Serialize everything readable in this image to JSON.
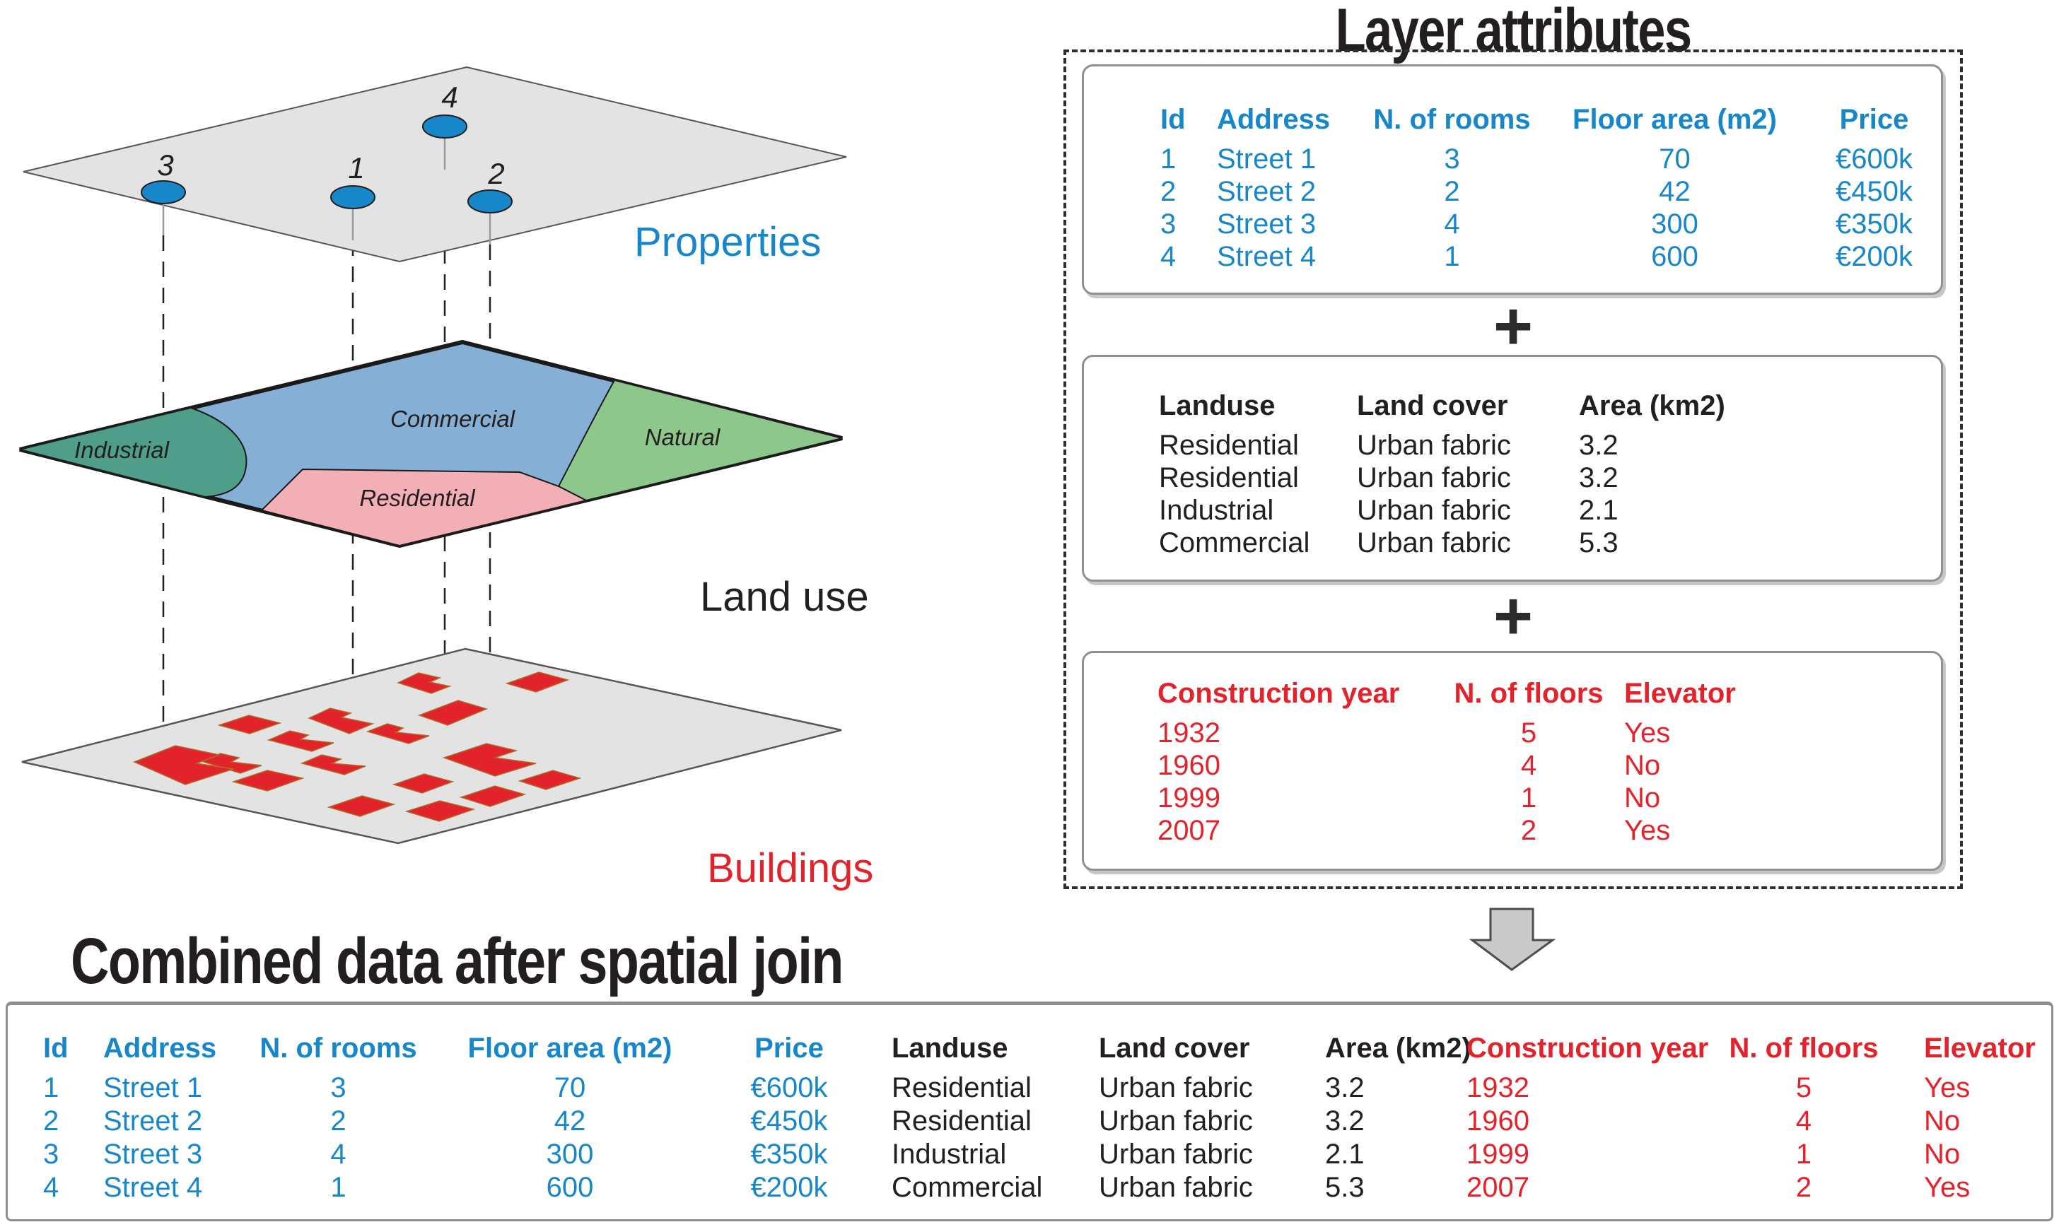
{
  "colors": {
    "accent_blue": "#1787c9",
    "accent_red": "#e3232b",
    "text_black": "#231f20",
    "plane_gray": "#e3e3e4",
    "industrial_teal": "#4f9e89",
    "commercial_blue": "#86afd5",
    "natural_green": "#8ec78b",
    "residential_pink": "#f3afb6"
  },
  "diagram": {
    "layers": [
      {
        "id": "properties",
        "label": "Properties"
      },
      {
        "id": "landuse",
        "label": "Land use"
      },
      {
        "id": "buildings",
        "label": "Buildings"
      }
    ],
    "points": [
      {
        "label": "3"
      },
      {
        "label": "1"
      },
      {
        "label": "4"
      },
      {
        "label": "2"
      }
    ],
    "regions": [
      {
        "label": "Industrial"
      },
      {
        "label": "Commercial"
      },
      {
        "label": "Natural"
      },
      {
        "label": "Residential"
      }
    ]
  },
  "right_panel": {
    "title": "Layer attributes",
    "plus": "+",
    "tables": {
      "properties": {
        "headers": [
          "Id",
          "Address",
          "N. of rooms",
          "Floor area (m2)",
          "Price"
        ],
        "rows": [
          [
            "1",
            "Street 1",
            "3",
            "70",
            "€600k"
          ],
          [
            "2",
            "Street 2",
            "2",
            "42",
            "€450k"
          ],
          [
            "3",
            "Street 3",
            "4",
            "300",
            "€350k"
          ],
          [
            "4",
            "Street 4",
            "1",
            "600",
            "€200k"
          ]
        ]
      },
      "landuse": {
        "headers": [
          "Landuse",
          "Land cover",
          "Area (km2)"
        ],
        "rows": [
          [
            "Residential",
            "Urban fabric",
            "3.2"
          ],
          [
            "Residential",
            "Urban fabric",
            "3.2"
          ],
          [
            "Industrial",
            "Urban fabric",
            "2.1"
          ],
          [
            "Commercial",
            "Urban fabric",
            "5.3"
          ]
        ]
      },
      "buildings": {
        "headers": [
          "Construction year",
          "N. of floors",
          "Elevator"
        ],
        "rows": [
          [
            "1932",
            "5",
            "Yes"
          ],
          [
            "1960",
            "4",
            "No"
          ],
          [
            "1999",
            "1",
            "No"
          ],
          [
            "2007",
            "2",
            "Yes"
          ]
        ]
      }
    }
  },
  "combined": {
    "title": "Combined data after spatial join",
    "table": {
      "headers": [
        "Id",
        "Address",
        "N. of rooms",
        "Floor area (m2)",
        "Price",
        "Landuse",
        "Land cover",
        "Area (km2)",
        "Construction year",
        "N. of floors",
        "Elevator"
      ],
      "rows": [
        [
          "1",
          "Street 1",
          "3",
          "70",
          "€600k",
          "Residential",
          "Urban fabric",
          "3.2",
          "1932",
          "5",
          "Yes"
        ],
        [
          "2",
          "Street 2",
          "2",
          "42",
          "€450k",
          "Residential",
          "Urban fabric",
          "3.2",
          "1960",
          "4",
          "No"
        ],
        [
          "3",
          "Street 3",
          "4",
          "300",
          "€350k",
          "Industrial",
          "Urban fabric",
          "2.1",
          "1999",
          "1",
          "No"
        ],
        [
          "4",
          "Street 4",
          "1",
          "600",
          "€200k",
          "Commercial",
          "Urban fabric",
          "5.3",
          "2007",
          "2",
          "Yes"
        ]
      ]
    }
  }
}
